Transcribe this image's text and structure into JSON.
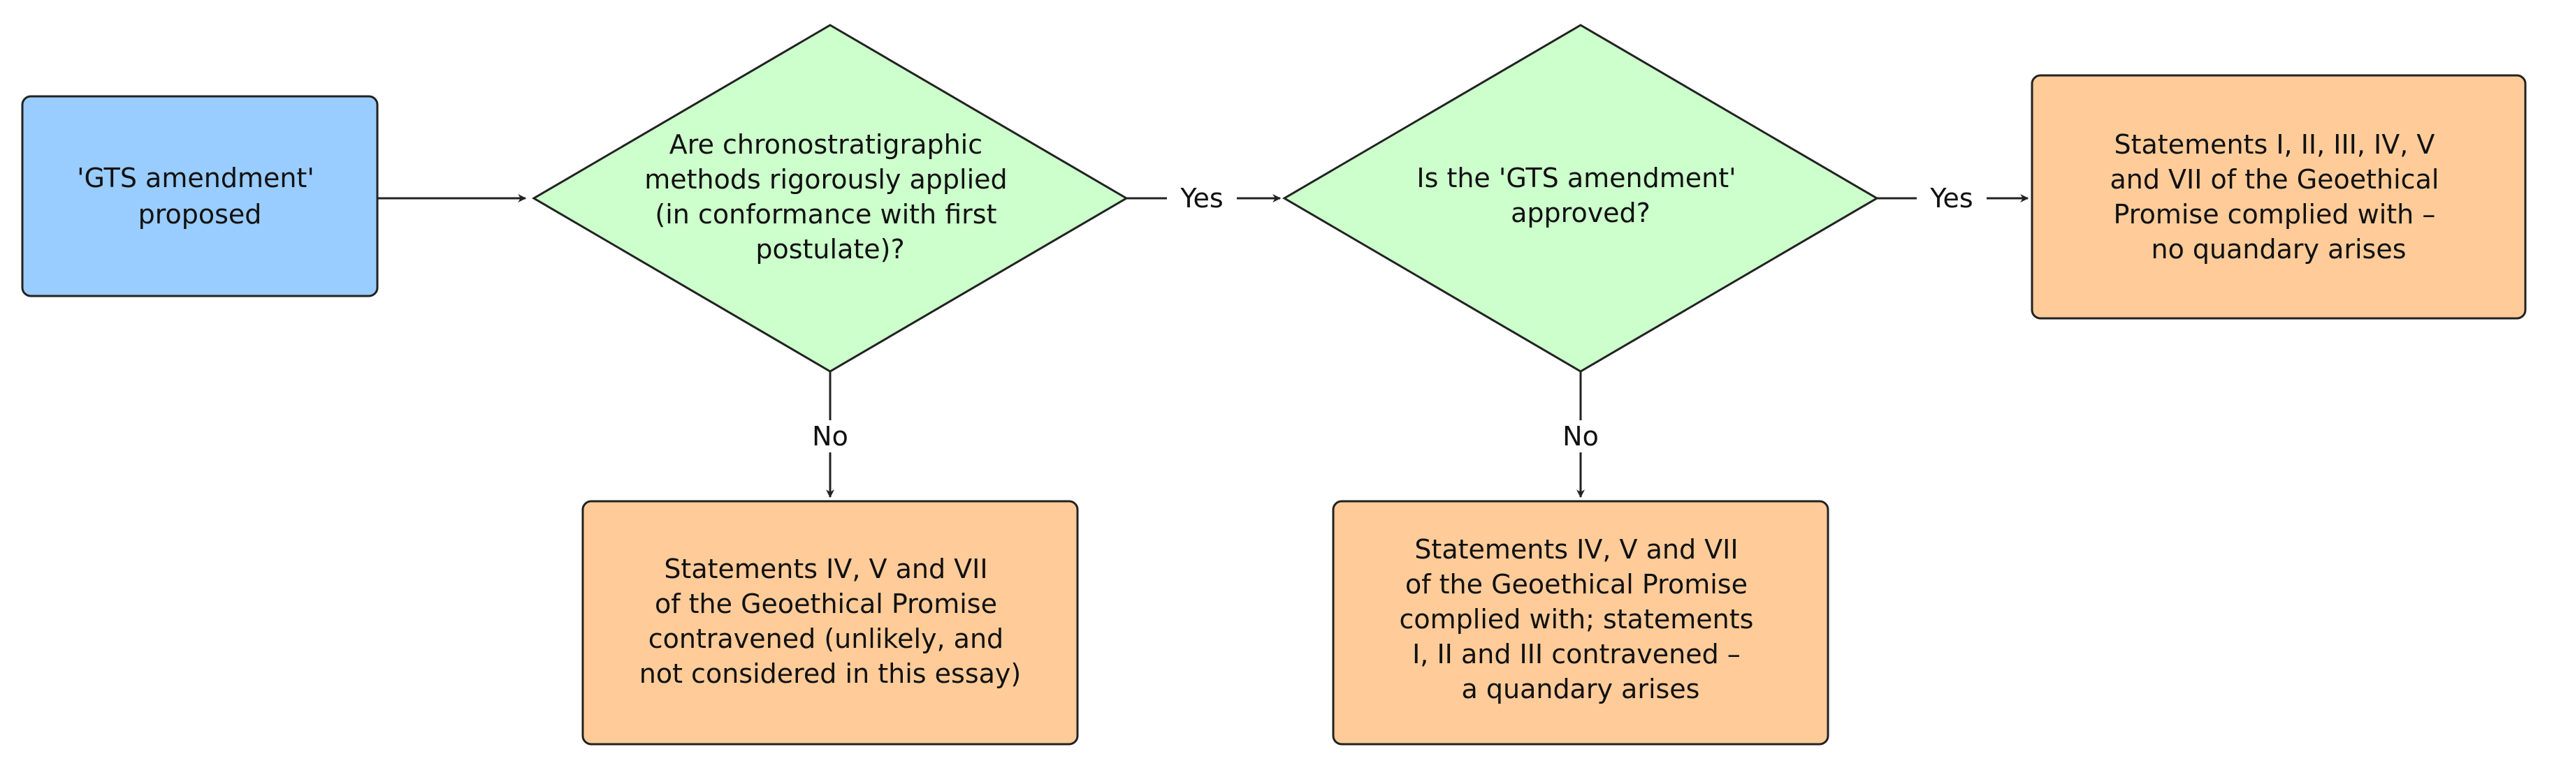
{
  "colors": {
    "start_fill": "#99CCFF",
    "decision_fill": "#CCFFCC",
    "outcome_fill": "#FFCC99",
    "stroke": "#222222",
    "text": "#111111"
  },
  "nodes": {
    "start": {
      "lines": [
        "'GTS amendment'",
        "proposed"
      ]
    },
    "decision1": {
      "lines": [
        "Are chronostratigraphic",
        "methods rigorously applied",
        "(in conformance with first",
        "postulate)?"
      ]
    },
    "decision2": {
      "lines": [
        "Is the 'GTS amendment'",
        "approved?"
      ]
    },
    "outcome_complied": {
      "lines": [
        "Statements I, II, III, IV, V",
        "and VII of the Geoethical",
        "Promise complied with –",
        "no quandary arises"
      ]
    },
    "outcome_contravened": {
      "lines": [
        "Statements IV, V and VII",
        "of the Geoethical Promise",
        "contravened (unlikely, and",
        "not considered in this essay)"
      ]
    },
    "outcome_quandary": {
      "lines": [
        "Statements IV, V and VII",
        "of the Geoethical Promise",
        "complied with; statements",
        "I, II and III contravened –",
        "a quandary arises"
      ]
    }
  },
  "edges": {
    "start_to_d1": {
      "label": ""
    },
    "d1_yes": {
      "label": "Yes"
    },
    "d1_no": {
      "label": "No"
    },
    "d2_yes": {
      "label": "Yes"
    },
    "d2_no": {
      "label": "No"
    }
  }
}
